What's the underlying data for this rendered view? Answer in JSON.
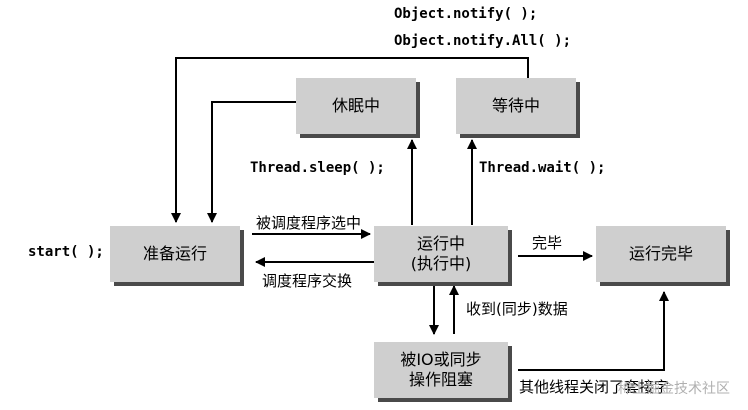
{
  "states": {
    "ready": "准备运行",
    "sleeping": "休眠中",
    "waiting": "等待中",
    "running_line1": "运行中",
    "running_line2": "(执行中)",
    "done": "运行完毕",
    "blocked_line1": "被IO或同步",
    "blocked_line2": "操作阻塞"
  },
  "labels": {
    "notify": "Object.notify( );",
    "notify_all": "Object.notify.All( );",
    "sleep": "Thread.sleep( );",
    "wait": "Thread.wait( );",
    "start": "start( );",
    "scheduled": "被调度程序选中",
    "swapped": "调度程序交换",
    "finish": "完毕",
    "receive": "收到(同步)数据",
    "other_thread": "其他线程关闭了套接字"
  },
  "watermark": "稀土掘金技术社区"
}
